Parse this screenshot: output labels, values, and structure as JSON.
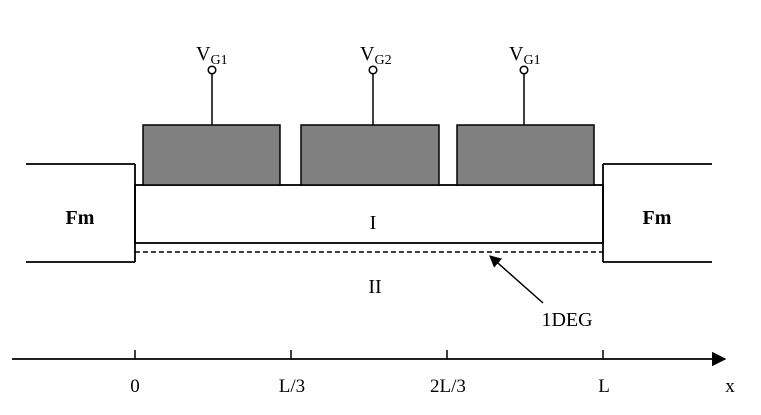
{
  "gate_labels": {
    "gate1": {
      "main": "V",
      "sub": "G1"
    },
    "gate2": {
      "main": "V",
      "sub": "G2"
    },
    "gate3": {
      "main": "V",
      "sub": "G1"
    }
  },
  "electrodes": {
    "left": "Fm",
    "right": "Fm"
  },
  "regions": {
    "upper": "I",
    "lower": "II"
  },
  "annotation": "1DEG",
  "axis": {
    "variable": "x",
    "ticks": [
      "0",
      "L/3",
      "2L/3",
      "L"
    ]
  },
  "colors": {
    "gate_fill": "#808080",
    "line": "#000000",
    "background": "#ffffff"
  }
}
